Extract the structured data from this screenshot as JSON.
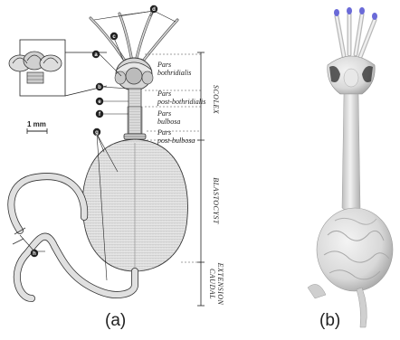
{
  "panel_a": {
    "caption": "(a)",
    "scale_bar": "1 mm",
    "regions": {
      "pars_bothridialis": [
        "Pars",
        "bothridialis"
      ],
      "pars_post_bothridialis": [
        "Pars",
        "post-bothridialis"
      ],
      "pars_bulbosa": [
        "Pars",
        "bulbosa"
      ],
      "pars_post_bulbosa": [
        "Pars",
        "post-bulbosa"
      ]
    },
    "sections": {
      "scolex": "SCOLEX",
      "blastocyst": "BLASTOCYST",
      "caudal_extension": [
        "CAUDAL",
        "EXTENSION"
      ]
    },
    "markers": [
      "a",
      "b",
      "c",
      "d",
      "e",
      "f",
      "g",
      "h"
    ]
  },
  "panel_b": {
    "caption": "(b)"
  },
  "colors": {
    "ink": "#222222",
    "model": "#e3e3e3",
    "tentacle_tip": "#6a6ad8"
  }
}
